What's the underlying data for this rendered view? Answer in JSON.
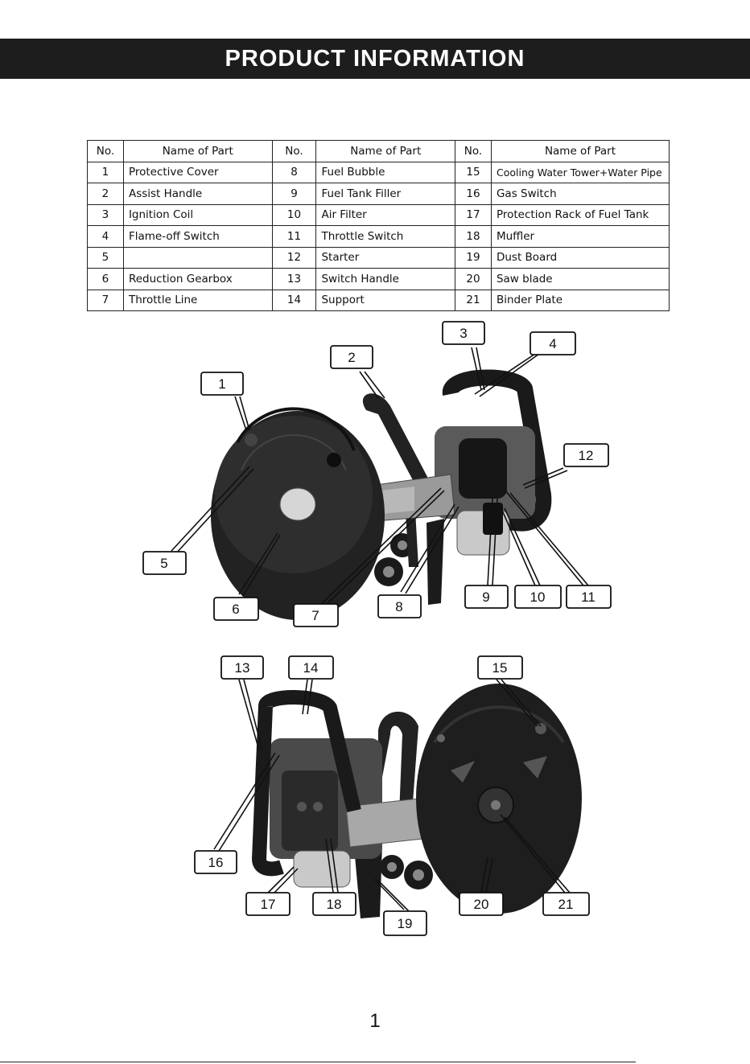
{
  "header": {
    "title": "PRODUCT INFORMATION"
  },
  "table": {
    "headers": [
      "No.",
      "Name of Part",
      "No.",
      "Name of Part",
      "No.",
      "Name of Part"
    ],
    "rows": [
      [
        {
          "no": "1",
          "name": "Protective Cover"
        },
        {
          "no": "8",
          "name": "Fuel Bubble"
        },
        {
          "no": "15",
          "name": "Cooling Water Tower+Water Pipe"
        }
      ],
      [
        {
          "no": "2",
          "name": "Assist Handle"
        },
        {
          "no": "9",
          "name": "Fuel Tank Filler"
        },
        {
          "no": "16",
          "name": "Gas Switch"
        }
      ],
      [
        {
          "no": "3",
          "name": "Ignition Coil"
        },
        {
          "no": "10",
          "name": "Air Filter"
        },
        {
          "no": "17",
          "name": "Protection Rack of Fuel Tank"
        }
      ],
      [
        {
          "no": "4",
          "name": "Flame-off Switch"
        },
        {
          "no": "11",
          "name": "Throttle Switch"
        },
        {
          "no": "18",
          "name": "Muffler"
        }
      ],
      [
        {
          "no": "5",
          "name": ""
        },
        {
          "no": "12",
          "name": "Starter"
        },
        {
          "no": "19",
          "name": "Dust Board"
        }
      ],
      [
        {
          "no": "6",
          "name": "Reduction Gearbox"
        },
        {
          "no": "13",
          "name": "Switch Handle"
        },
        {
          "no": "20",
          "name": "Saw blade"
        }
      ],
      [
        {
          "no": "7",
          "name": "Throttle Line"
        },
        {
          "no": "14",
          "name": "Support"
        },
        {
          "no": "21",
          "name": "Binder Plate"
        }
      ]
    ]
  },
  "figures": {
    "top_callouts": [
      "1",
      "2",
      "3",
      "4",
      "5",
      "6",
      "7",
      "8",
      "9",
      "10",
      "11",
      "12"
    ],
    "bottom_callouts": [
      "13",
      "14",
      "15",
      "16",
      "17",
      "18",
      "19",
      "20",
      "21"
    ]
  },
  "footer": {
    "page_number": "1"
  }
}
